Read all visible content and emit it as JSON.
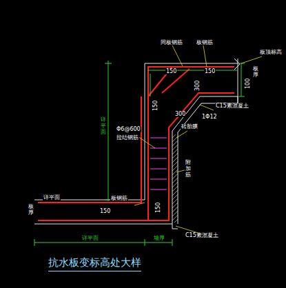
{
  "diagram": {
    "title": "抗水板变标高处大样",
    "labels": [
      "同板钢筋",
      "板钢筋",
      "板顶标高",
      "板厚",
      "150",
      "150",
      "300",
      "100",
      "C15素混凝土",
      "1Φ12",
      "300",
      "150",
      "Φ6@600",
      "拉结钢筋",
      "砖胎膜",
      "附加筋",
      "详平面",
      "详平面",
      "板钢筋",
      "板厚",
      "150",
      "150",
      "C15素混凝土",
      "详平面",
      "墙厚"
    ]
  }
}
